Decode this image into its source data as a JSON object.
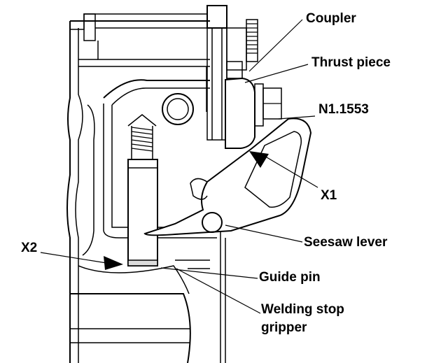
{
  "labels": {
    "coupler": "Coupler",
    "thrust_piece": "Thrust piece",
    "n_code": "N1.1553",
    "x1": "X1",
    "x2": "X2",
    "seesaw_lever": "Seesaw lever",
    "guide_pin": "Guide pin",
    "welding_stop_line1": "Welding stop",
    "welding_stop_line2": "gripper"
  },
  "colors": {
    "line": "#000000",
    "shaded": "#dcdcdc",
    "background": "#ffffff"
  }
}
